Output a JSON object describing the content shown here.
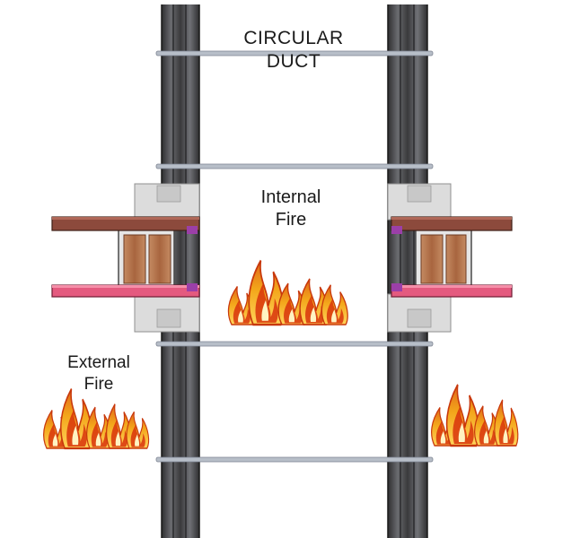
{
  "labels": {
    "duct": [
      "CIRCULAR",
      "DUCT"
    ],
    "internal_fire": [
      "Internal",
      "Fire"
    ],
    "external_fire": [
      "External",
      "Fire"
    ]
  },
  "colors": {
    "duct_wall": "#3e3e40",
    "duct_wall_light": "#67686b",
    "band": "#a8afb9",
    "angle_upper": "#8c4a3c",
    "angle_lower": "#e45a7f",
    "block_light": "#d9d9d9",
    "block_dark": "#b5b5b5",
    "damper_core": "#b97a52",
    "flame_outer": "#f3a61a",
    "flame_inner": "#d8340c",
    "flame_core": "#fff3c2"
  },
  "icons": {
    "flame": "flame-icon",
    "brick": "fire-brick-icon"
  }
}
